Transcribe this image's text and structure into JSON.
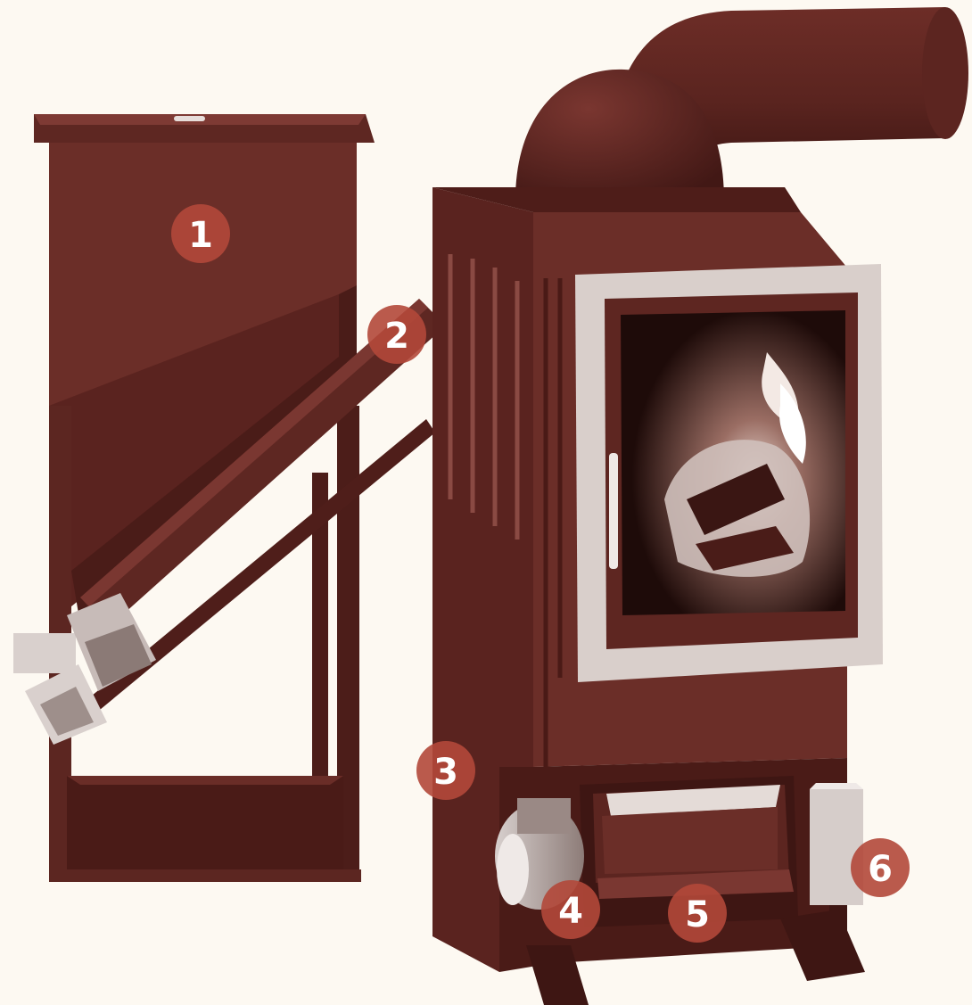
{
  "labels": {
    "hopper": "1",
    "auger": "2",
    "burner_inlet": "3",
    "fan": "4",
    "ash_drawer": "5",
    "controller": "6"
  },
  "colors": {
    "background": "#fdf9f2",
    "body": "#6b2e28",
    "body_dark": "#4f1f1b",
    "body_light": "#7c3a33",
    "frame": "#d9cfcb",
    "badge": "#b2483a"
  }
}
